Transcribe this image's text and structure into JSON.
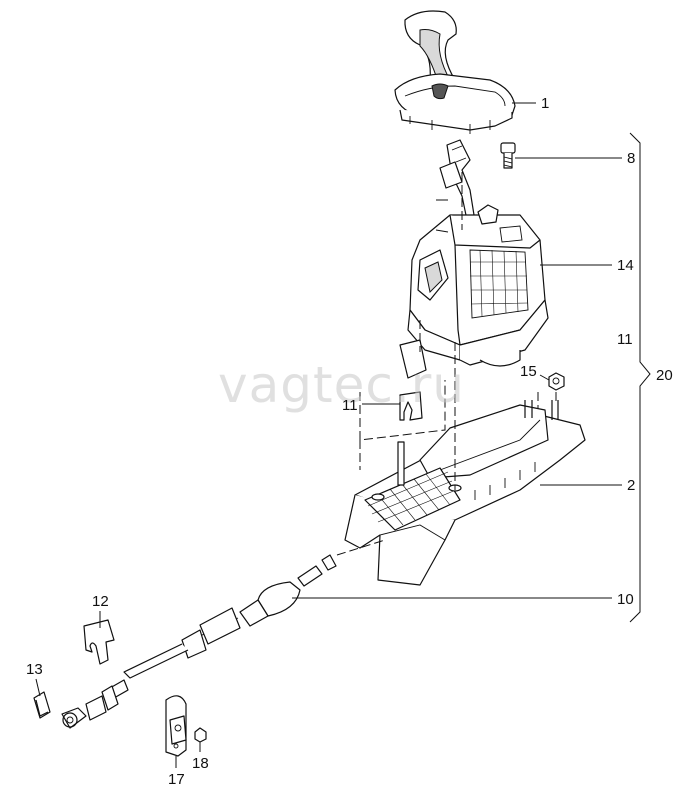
{
  "watermark": "vagtec.ru",
  "callouts": [
    {
      "id": "1",
      "label": "1"
    },
    {
      "id": "8",
      "label": "8"
    },
    {
      "id": "14",
      "label": "14"
    },
    {
      "id": "11a",
      "label": "11"
    },
    {
      "id": "20",
      "label": "20"
    },
    {
      "id": "15",
      "label": "15"
    },
    {
      "id": "11b",
      "label": "11"
    },
    {
      "id": "2",
      "label": "2"
    },
    {
      "id": "10",
      "label": "10"
    },
    {
      "id": "12",
      "label": "12"
    },
    {
      "id": "13",
      "label": "13"
    },
    {
      "id": "17",
      "label": "17"
    },
    {
      "id": "18",
      "label": "18"
    }
  ]
}
